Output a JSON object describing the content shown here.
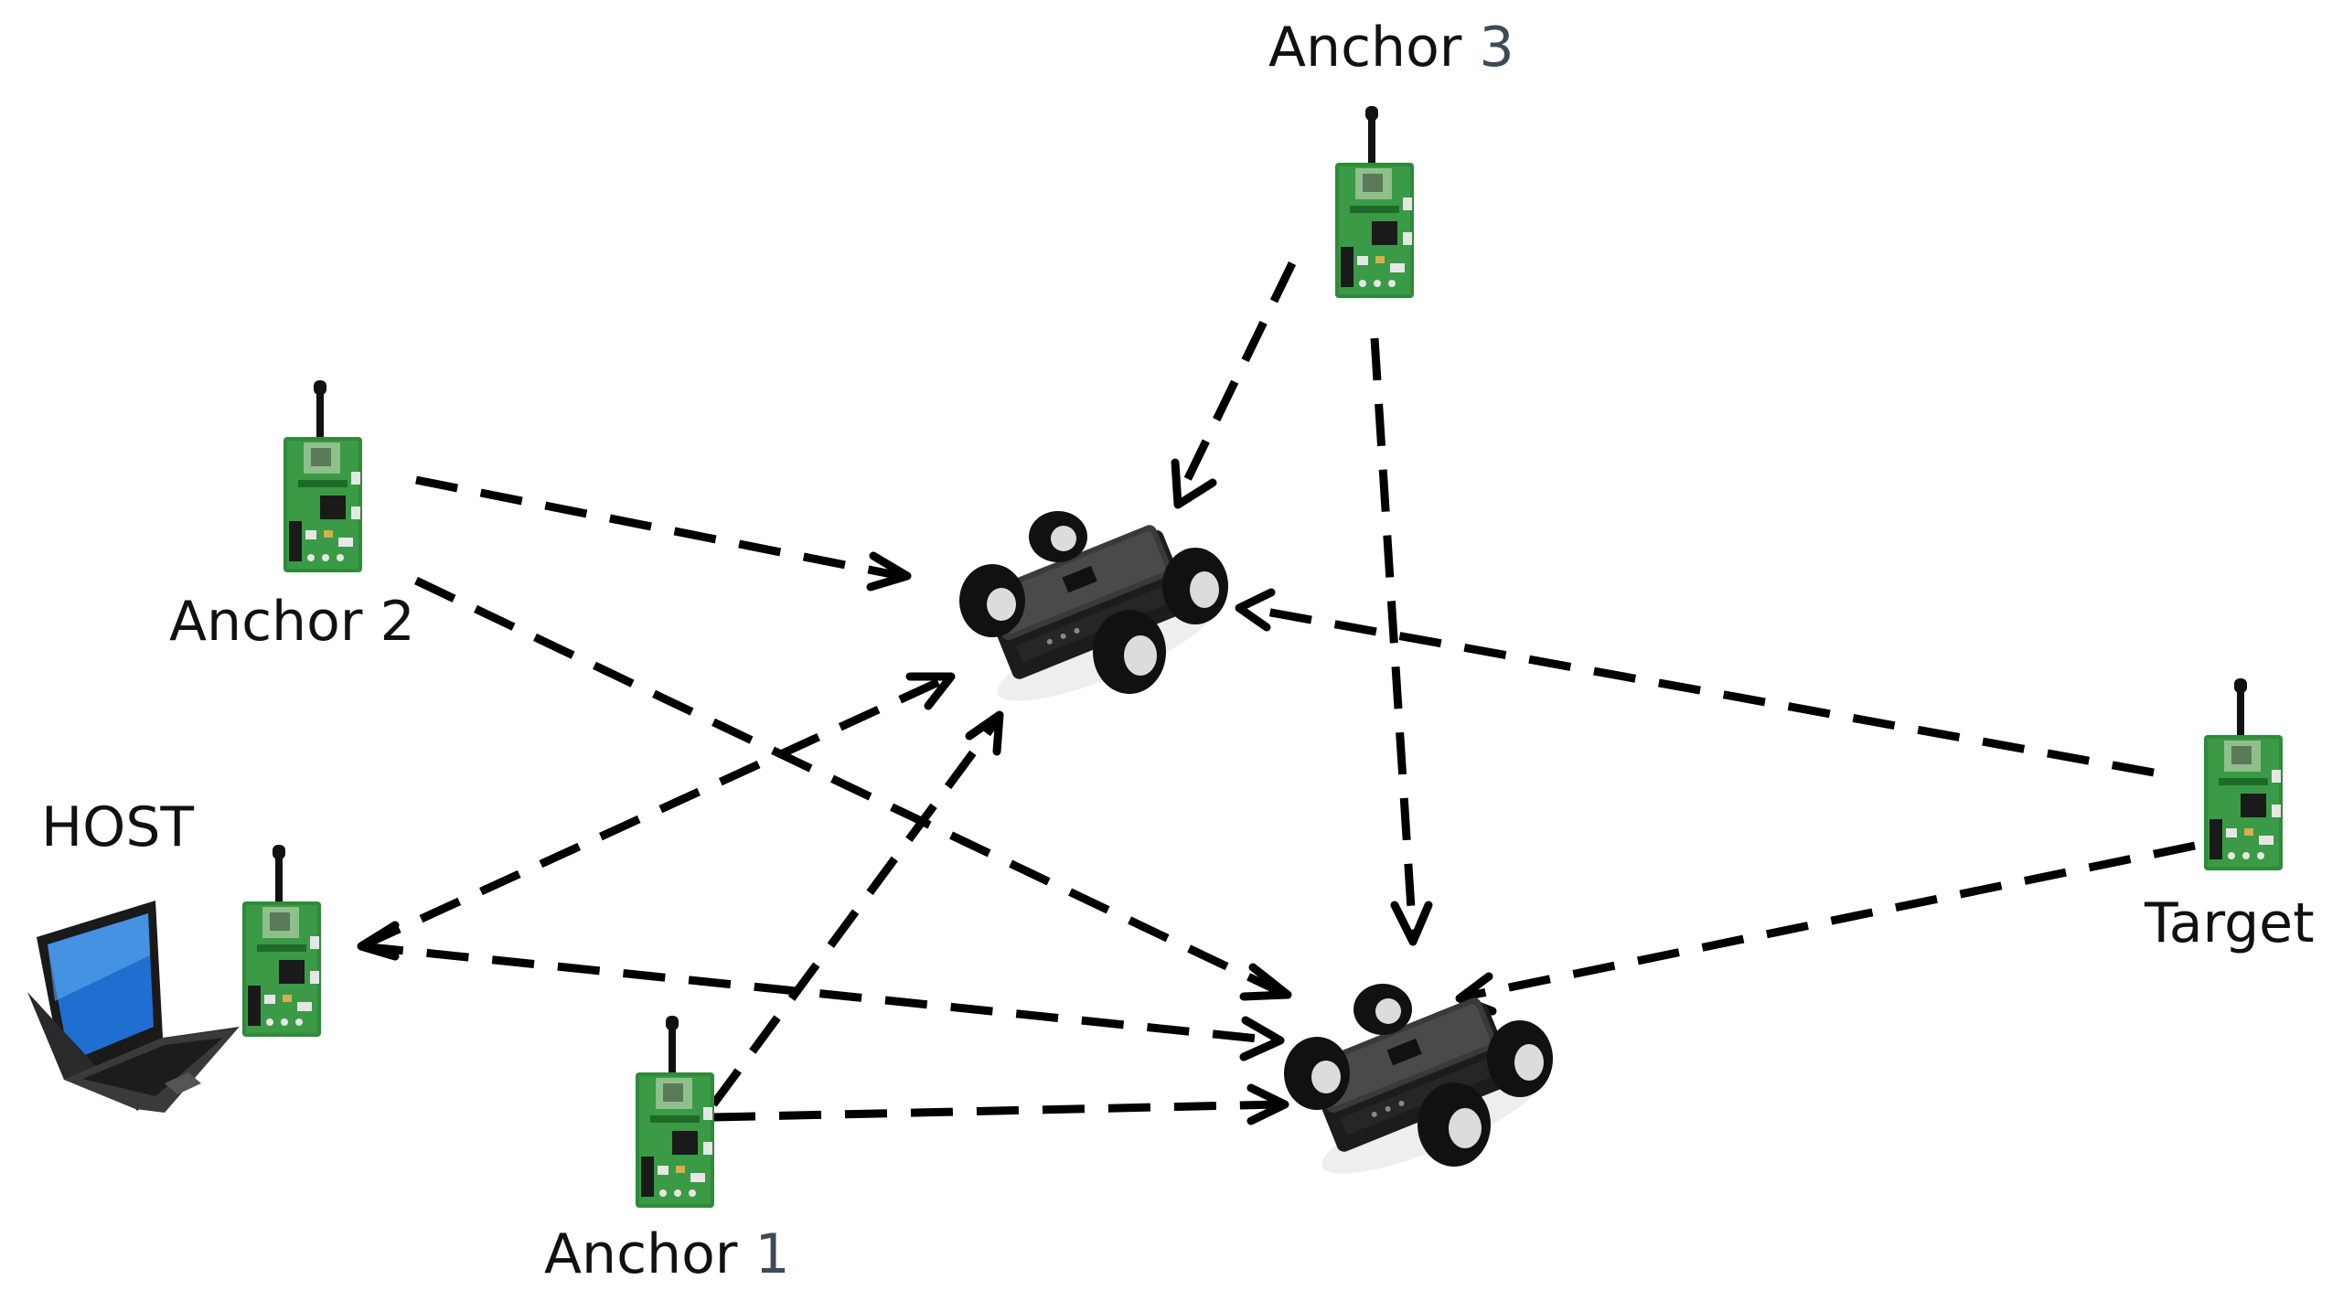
{
  "labels": {
    "anchor3": {
      "word": "Anchor",
      "num": "3"
    },
    "anchor2": "Anchor 2",
    "anchor1": {
      "word": "Anchor",
      "num": "1"
    },
    "host": "HOST",
    "target": "Target"
  },
  "colors": {
    "board_green": "#2f8a3a",
    "board_green_dark": "#1f6a2a",
    "chip": "#1a1a1a",
    "laptop_screen": "#1e6fd0",
    "robot_body": "#2b2b2b",
    "wheel_hub": "#dcdcdc",
    "arrow": "#000000",
    "label_number": "#3d4a57"
  },
  "icons": {
    "node": "wireless-sensor-board-icon",
    "robot": "robot-rover-icon",
    "host": "laptop-icon"
  }
}
